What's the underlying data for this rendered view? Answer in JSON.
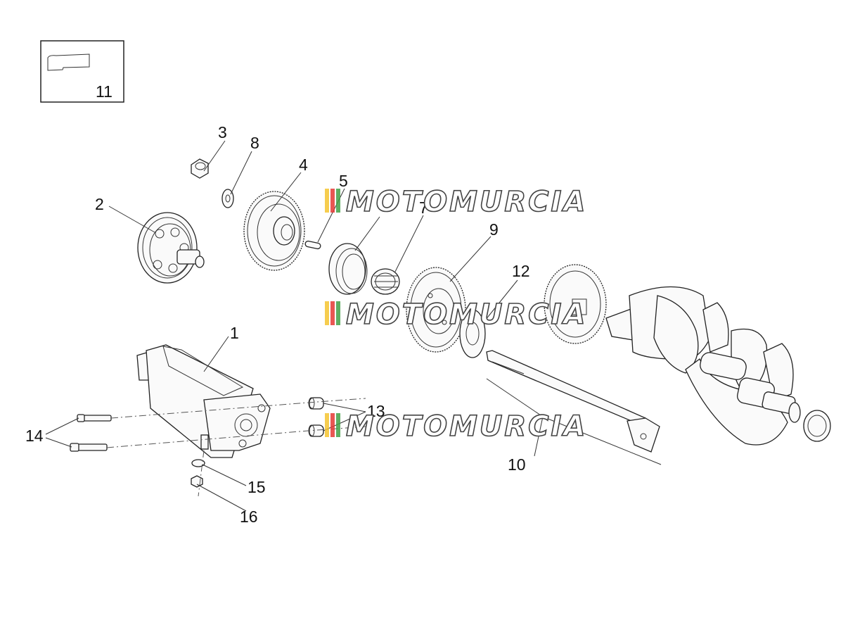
{
  "diagram": {
    "inset_label": "11",
    "callouts": [
      "1",
      "2",
      "3",
      "4",
      "5",
      "7",
      "8",
      "9",
      "10",
      "12",
      "13",
      "14",
      "15",
      "16"
    ],
    "watermark_text": "MOTOMURCIA",
    "watermark_colors": [
      "#f4c430",
      "#e53935",
      "#43a047"
    ]
  }
}
